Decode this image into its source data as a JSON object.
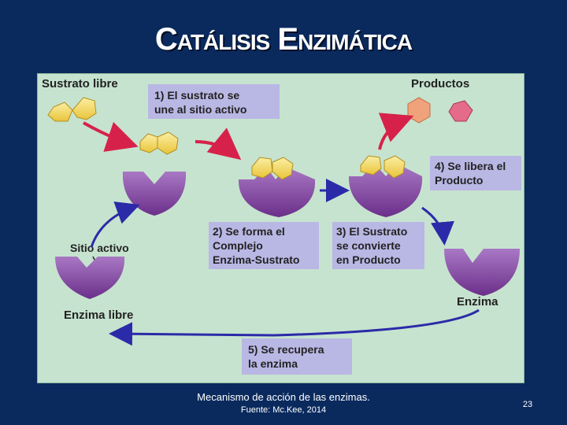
{
  "slide": {
    "title": "Catálisis Enzimática",
    "caption_line1": "Mecanismo de acción de las enzimas.",
    "caption_line2": "Fuente: Mc.Kee, 2014",
    "page_number": "23"
  },
  "diagram": {
    "label_sustrato_libre": "Sustrato libre",
    "label_productos": "Productos",
    "label_sitio_activo": "Sitio activo",
    "label_enzima_libre": "Enzima libre",
    "label_enzima": "Enzima",
    "step1_line1": "1) El sustrato se",
    "step1_line2": "une al sitio activo",
    "step2_line1": "2) Se forma el",
    "step2_line2": "Complejo",
    "step2_line3": "Enzima-Sustrato",
    "step3_line1": "3) El Sustrato",
    "step3_line2": "se convierte",
    "step3_line3": "en Producto",
    "step4_line1": "4) Se libera el",
    "step4_line2": "Producto",
    "step5_line1": "5) Se recupera",
    "step5_line2": "la enzima"
  },
  "colors": {
    "background": "#0a2a5e",
    "panel": "#c6e3cf",
    "enzyme": "#8a4fa6",
    "substrate": "#f4de6a",
    "step_box": "#b9b7e4",
    "arrow": "#d6224a",
    "arrow_blue": "#2b2aa8",
    "product_orange": "#f0a37a",
    "product_pink": "#e46b8a"
  }
}
